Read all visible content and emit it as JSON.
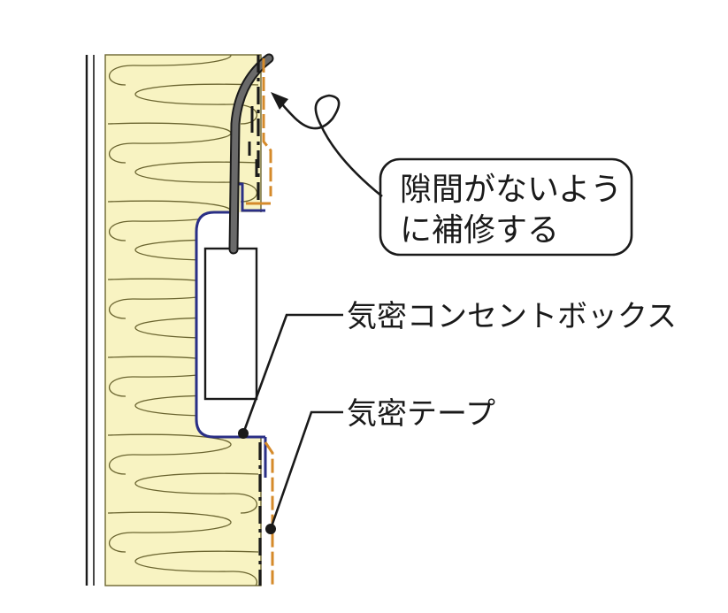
{
  "callout": {
    "line1": "隙間がないよう",
    "line2": "に補修する"
  },
  "labels": {
    "airtight_box": "気密コンセントボックス",
    "airtight_tape": "気密テープ"
  },
  "colors": {
    "insulation_fill": "#f8f3c2",
    "insulation_stroke": "#6b6530",
    "box_outline": "#2a2f86",
    "tape": "#d58a2a",
    "cable": "#5e5e5e",
    "ink": "#1a1a1a"
  }
}
